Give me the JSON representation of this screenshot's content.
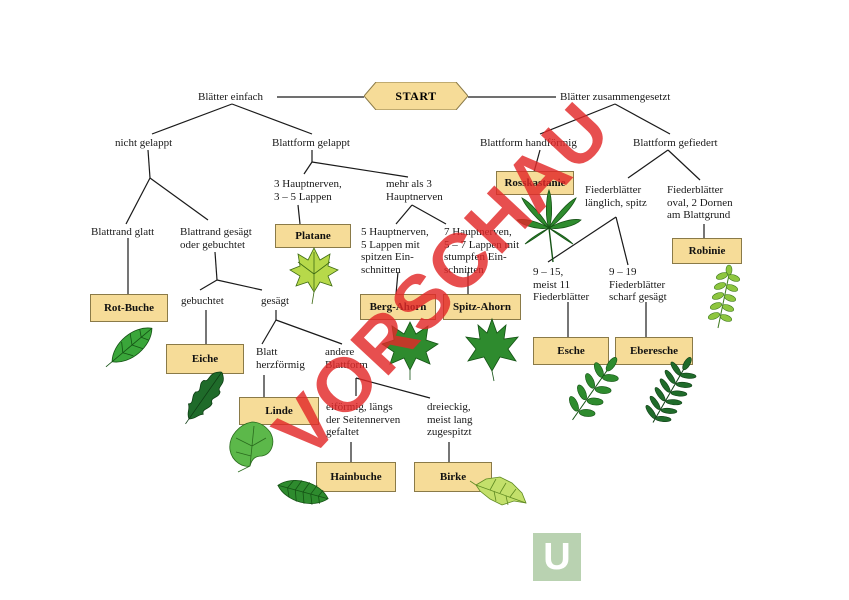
{
  "diagram": {
    "start": "START",
    "labels": {
      "blaetter_einfach": "Blätter einfach",
      "blaetter_zusammengesetzt": "Blätter zusammengesetzt",
      "nicht_gelappt": "nicht gelappt",
      "blattform_gelappt": "Blattform gelappt",
      "blattform_handfoermig": "Blattform handförmig",
      "blattform_gefiedert": "Blattform gefiedert",
      "drei_hauptnerven": "3 Hauptnerven,\n3 – 5 Lappen",
      "mehr_als_3": "mehr als 3\nHauptnerven",
      "fuenf_hauptnerven": "5 Hauptnerven,\n5 Lappen mit\nspitzen Ein-\nschnitten",
      "sieben_hauptnerven": "7 Hauptnerven,\n5 – 7 Lappen mit\nstumpfen Ein-\nschnitten",
      "fiederblaetter_laenglich": "Fiederblätter\nlänglich, spitz",
      "fiederblaetter_oval": "Fiederblätter\noval, 2 Dornen\nam Blattgrund",
      "blattrand_glatt": "Blattrand glatt",
      "blattrand_gesaegt": "Blattrand gesägt\noder gebuchtet",
      "gebuchtet": "gebuchtet",
      "gesaegt": "gesägt",
      "blatt_herzfoermig": "Blatt\nherzförmig",
      "andere_blattform": "andere\nBlattform",
      "eifoermig": "eiförmig, längs\nder Seitennerven\ngefaltet",
      "dreieckig": "dreieckig,\nmeist lang\nzugespitzt",
      "neun_15": "9 – 15,\nmeist 11\nFiederblätter",
      "neun_19": "9 – 19\nFiederblätter\nscharf gesägt"
    },
    "trees": {
      "rosskastanie": "Rosskastanie",
      "platane": "Platane",
      "berg_ahorn": "Berg-Ahorn",
      "spitz_ahorn": "Spitz-Ahorn",
      "robinie": "Robinie",
      "rot_buche": "Rot-Buche",
      "eiche": "Eiche",
      "linde": "Linde",
      "hainbuche": "Hainbuche",
      "birke": "Birke",
      "esche": "Esche",
      "eberesche": "Eberesche"
    }
  },
  "watermark": "VORSCHAU",
  "logo": "U",
  "colors": {
    "box_fill": "#f6dc98",
    "leaf_green": "#2e8b2e",
    "leaf_light": "#b7d94a",
    "watermark": "#e22828",
    "logo": "#b9d2b1"
  }
}
